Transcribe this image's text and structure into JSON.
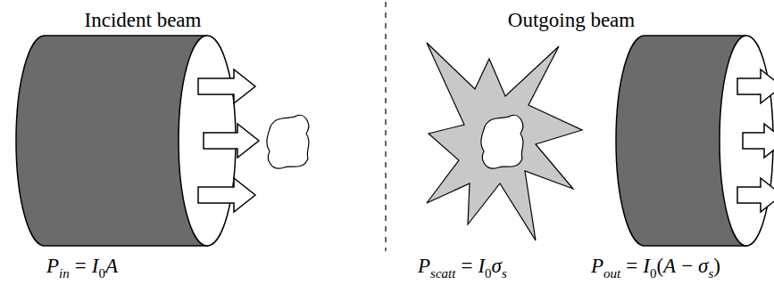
{
  "diagram": {
    "labels": [
      "Incident beam",
      "Outgoing beam",
      "P",
      "in",
      "=",
      "I",
      "0",
      "A",
      "P",
      "scatt",
      "=",
      "I",
      "0",
      "σ",
      "s",
      "P",
      "out",
      "=",
      "I",
      "0",
      "(",
      "A",
      "−",
      "σ",
      "s",
      ")"
    ]
  }
}
